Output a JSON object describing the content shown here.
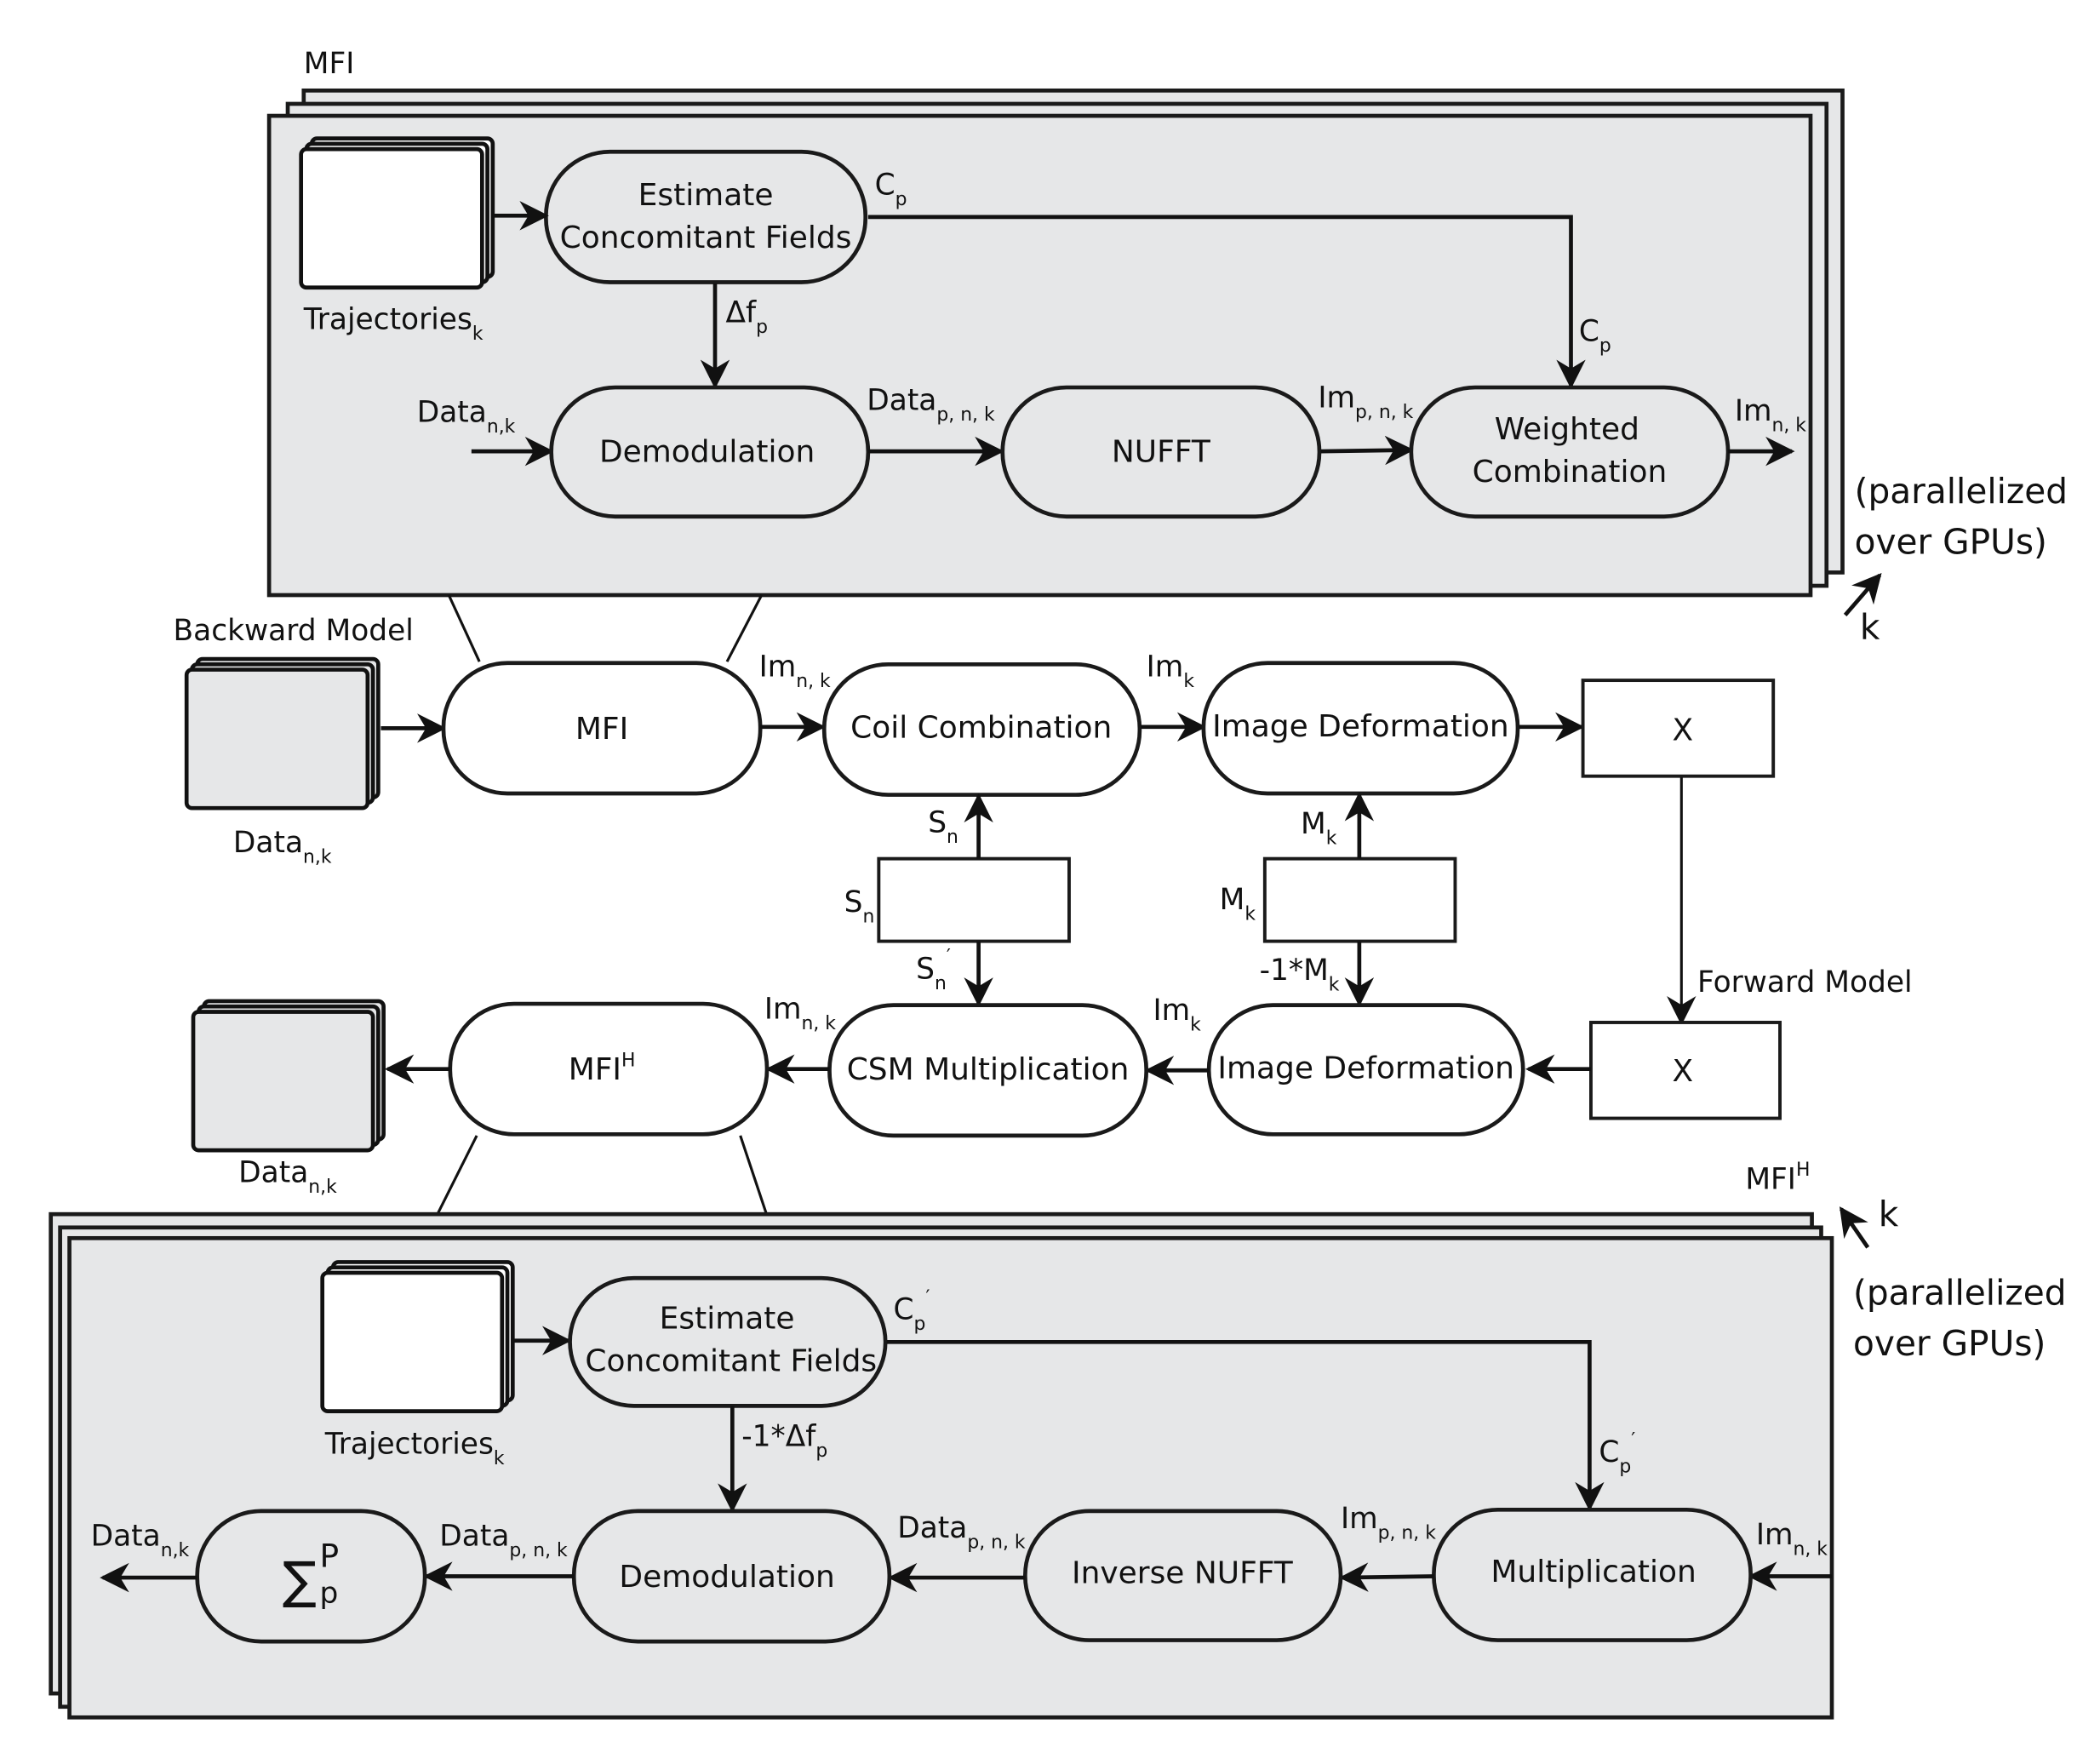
{
  "colors": {
    "panel_fill": "#e6e7e8",
    "stroke": "#1a1a1a",
    "node_fill_white": "#ffffff"
  },
  "mfi_panel": {
    "title": "MFI",
    "parallel_note_line1": "(parallelized",
    "parallel_note_line2": "over GPUs)",
    "k_label": "k",
    "trajectories": {
      "base": "Trajectories",
      "sub": "k"
    },
    "estimate_node": {
      "line1": "Estimate",
      "line2": "Concomitant Fields"
    },
    "demod_node": "Demodulation",
    "nufft_node": "NUFFT",
    "weighted_node": {
      "line1": "Weighted",
      "line2": "Combination"
    },
    "edges": {
      "cp_top": {
        "base": "C",
        "sub": "p"
      },
      "cp_down": {
        "base": "C",
        "sub": "p"
      },
      "df": {
        "base": "Δf",
        "sub": "p"
      },
      "data_in": {
        "base": "Data",
        "sub": "n,k"
      },
      "data_pnk": {
        "base": "Data",
        "sub": "p, n, k"
      },
      "im_pnk": {
        "base": "Im",
        "sub": "p, n, k"
      },
      "im_nk": {
        "base": "Im",
        "sub": "n, k"
      }
    }
  },
  "middle": {
    "backward_model": "Backward Model",
    "forward_model": "Forward Model",
    "data_top": {
      "base": "Data",
      "sub": "n,k"
    },
    "data_bottom": {
      "base": "Data",
      "sub": "n,k"
    },
    "mfi_node": "MFI",
    "mfih_node": {
      "base": "MFI",
      "sup": "H"
    },
    "coil_node": "Coil Combination",
    "csm_node": "CSM Multiplication",
    "imgdef_top": "Image Deformation",
    "imgdef_bottom": "Image Deformation",
    "x_top": "X",
    "x_bottom": "X",
    "edges": {
      "im_nk_top": {
        "base": "Im",
        "sub": "n, k"
      },
      "im_k_top": {
        "base": "Im",
        "sub": "k"
      },
      "sn_up": {
        "base": "S",
        "sub": "n"
      },
      "sn_box": {
        "base": "S",
        "sub": "n"
      },
      "sn_prime": {
        "base": "S",
        "sub": "n",
        "prime": "′"
      },
      "mk_up": {
        "base": "M",
        "sub": "k"
      },
      "mk_box": {
        "base": "M",
        "sub": "k"
      },
      "neg_mk": {
        "base": "-1*M",
        "sub": "k"
      },
      "im_nk_bottom": {
        "base": "Im",
        "sub": "n, k"
      },
      "im_k_bottom": {
        "base": "Im",
        "sub": "k"
      }
    }
  },
  "mfih_panel": {
    "title": {
      "base": "MFI",
      "sup": "H"
    },
    "k_label": "k",
    "parallel_note_line1": "(parallelized",
    "parallel_note_line2": "over GPUs)",
    "trajectories": {
      "base": "Trajectories",
      "sub": "k"
    },
    "estimate_node": {
      "line1": "Estimate",
      "line2": "Concomitant Fields"
    },
    "sum_node": {
      "symbol": "∑",
      "sup": "P",
      "sub": "p"
    },
    "demod_node": "Demodulation",
    "inv_nufft_node": "Inverse NUFFT",
    "mult_node": "Multiplication",
    "edges": {
      "cp_prime_top": {
        "base": "C",
        "sub": "p",
        "prime": "′"
      },
      "cp_prime_down": {
        "base": "C",
        "sub": "p",
        "prime": "′"
      },
      "neg_df": {
        "base": "-1*Δf",
        "sub": "p"
      },
      "data_out": {
        "base": "Data",
        "sub": "n,k"
      },
      "data_pnk_left": {
        "base": "Data",
        "sub": "p, n, k"
      },
      "data_pnk_right": {
        "base": "Data",
        "sub": "p, n, k"
      },
      "im_pnk": {
        "base": "Im",
        "sub": "p, n, k"
      },
      "im_nk_in": {
        "base": "Im",
        "sub": "n, k"
      }
    }
  }
}
